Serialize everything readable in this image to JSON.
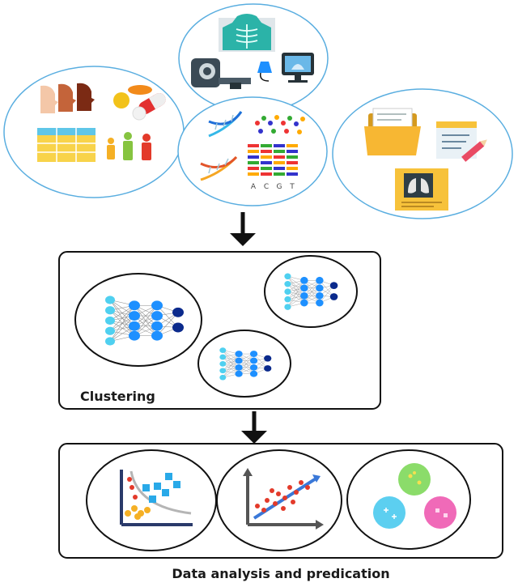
{
  "labels": {
    "clustering": "Clustering",
    "analysis": "Data analysis and predication"
  },
  "dna_letters": [
    "A",
    "C",
    "G",
    "T"
  ],
  "colors": {
    "circle_stroke": "#5aaee0",
    "box_stroke": "#111111",
    "node_light": "#4fd0f0",
    "node_mid": "#1e90ff",
    "node_dark": "#0b2a8c"
  }
}
